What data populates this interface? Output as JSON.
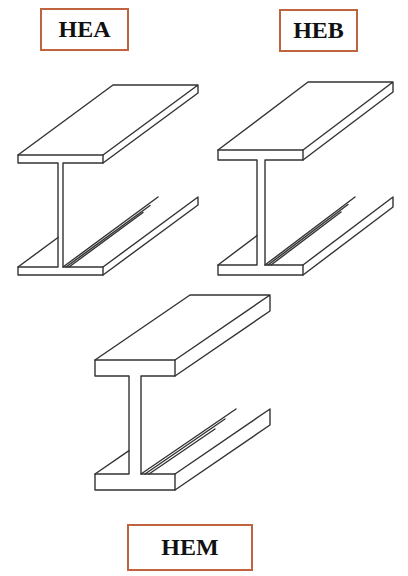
{
  "diagram": {
    "nodes": [
      {
        "text": [
          "HEA"
        ]
      },
      {
        "text": [
          "HEB"
        ]
      },
      {
        "text": [
          "HEM"
        ]
      }
    ]
  }
}
